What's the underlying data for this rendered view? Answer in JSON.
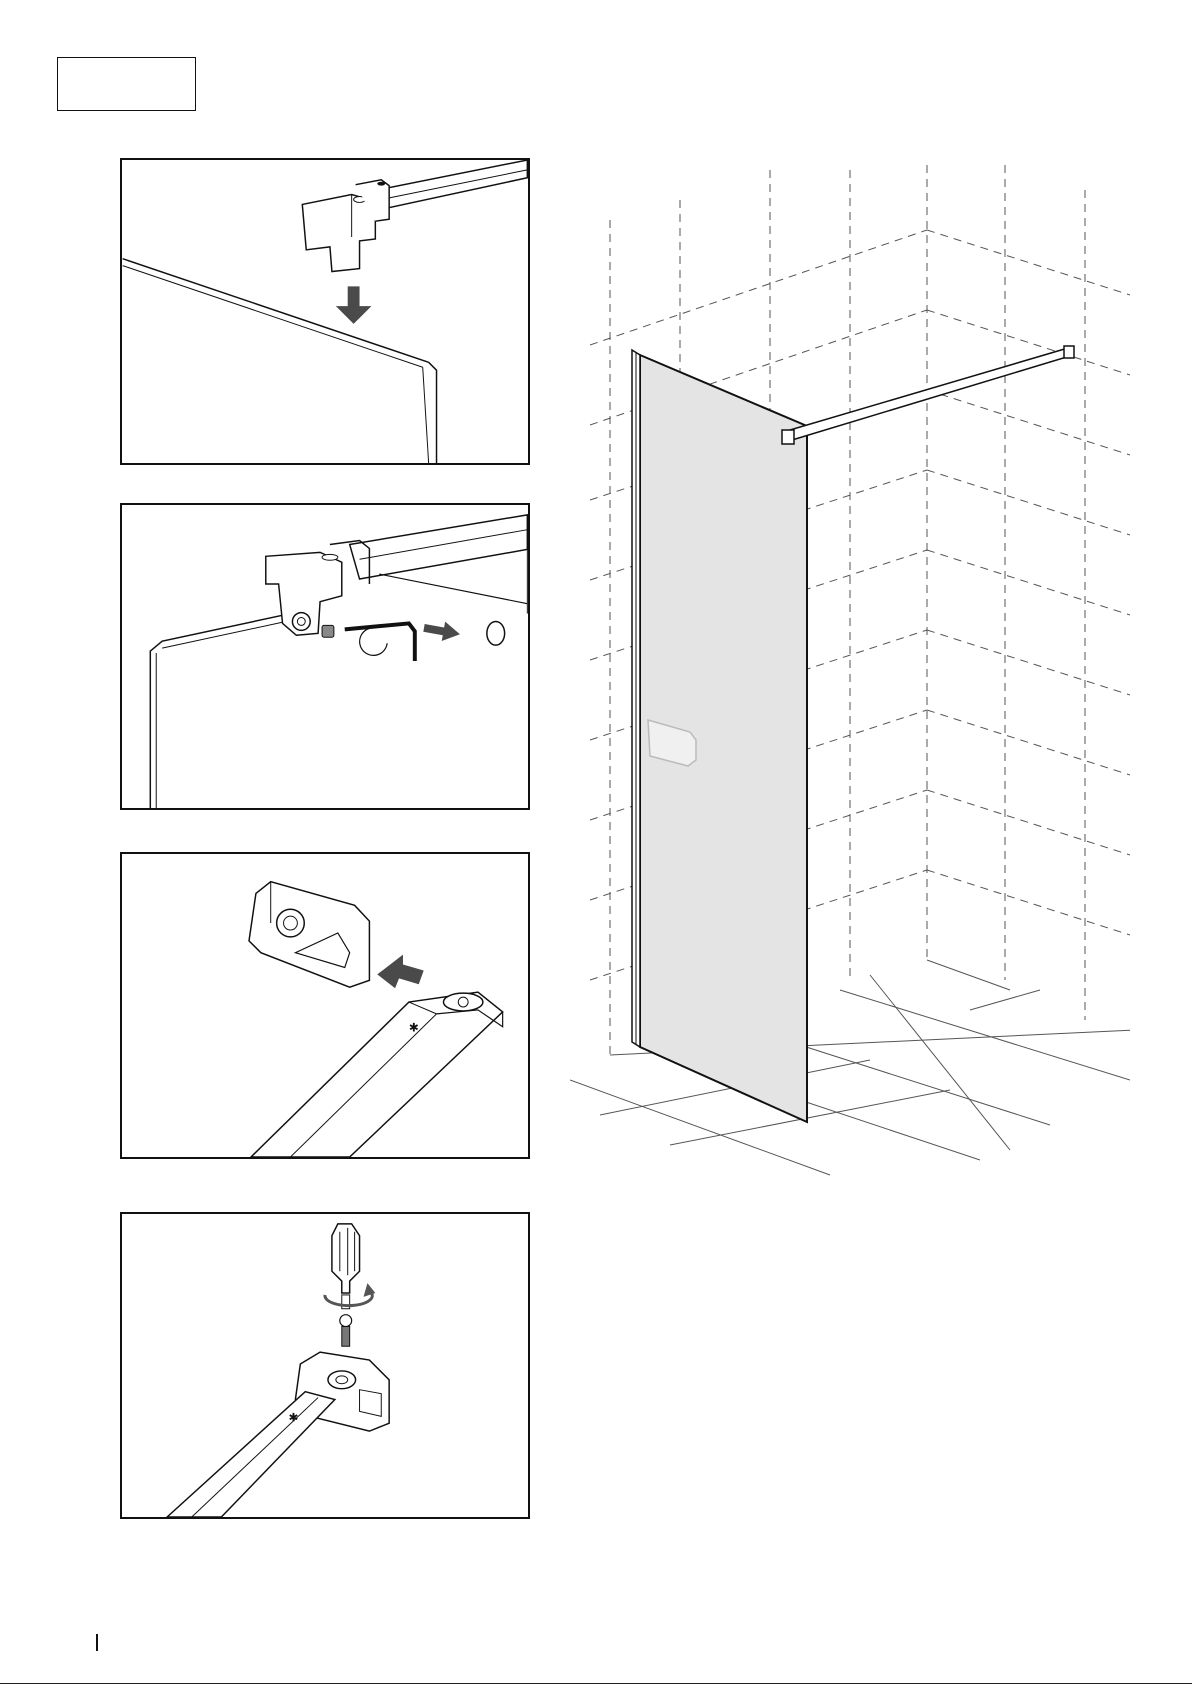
{
  "step_label": "",
  "page_number": "",
  "colors": {
    "line": "#111111",
    "arrow_fill": "#4a4a4a",
    "glass_fill": "#e4e4e4",
    "guide_dash": "#555555"
  },
  "panels": [
    {
      "name": "attach-bracket-to-glass",
      "icon": "down-arrow-icon"
    },
    {
      "name": "tighten-grub-screw-with-hex-key",
      "icon": "left-arrow-icon"
    },
    {
      "name": "insert-end-cap-on-support-bar",
      "icon": "left-arrow-icon"
    },
    {
      "name": "screw-wall-bracket-with-screwdriver",
      "icon": "rotate-arrow-icon"
    }
  ]
}
